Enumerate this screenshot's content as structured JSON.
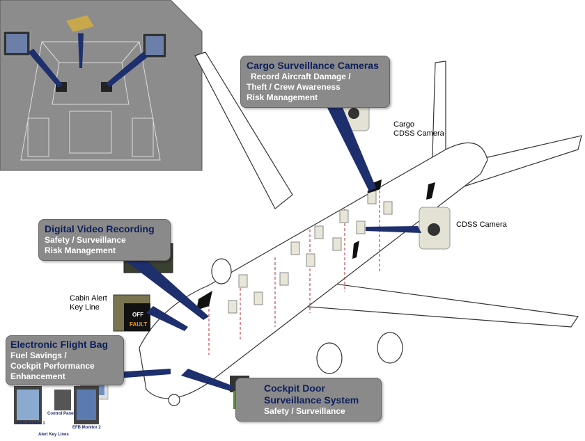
{
  "callouts": {
    "cargo": {
      "title": "Cargo Surveillance Cameras",
      "lines": [
        "Record Aircraft Damage /",
        "Theft / Crew Awareness",
        "Risk Management"
      ]
    },
    "dvr": {
      "title": "Digital Video Recording",
      "lines": [
        "Safety / Surveillance",
        "Risk Management"
      ]
    },
    "efb": {
      "title": "Electronic Flight Bag",
      "lines": [
        "Fuel Savings /",
        "Cockpit Performance",
        "Enhancement"
      ]
    },
    "door": {
      "title": "Cockpit Door",
      "title2": "Surveillance System",
      "lines": [
        "Safety / Surveillance"
      ]
    }
  },
  "labels": {
    "cargo_cdss": [
      "Cargo",
      "CDSS Camera"
    ],
    "cdss": "CDSS Camera",
    "cabin_alert": [
      "Cabin Alert",
      "Key Line"
    ],
    "key_off": "OFF",
    "key_fault": "FAULT",
    "efb_monitor_1": "EFB Monitor 1",
    "control_panel": "Control Panel",
    "efb_monitor_2": "EFB Monitor 2",
    "alert_key_lines": "Alert Key Lines"
  },
  "colors": {
    "callout_bg": "#8a8a8a",
    "title": "#0d1f5c",
    "pointer": "#1e2f6e",
    "inset_bg": "#8c8c8c",
    "dashed": "#c0202a"
  }
}
